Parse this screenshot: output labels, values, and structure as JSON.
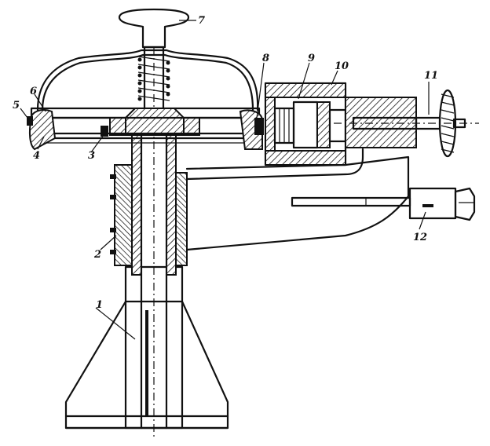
{
  "figure": {
    "parts": [
      {
        "id": "part-1",
        "label": "1"
      },
      {
        "id": "part-2",
        "label": "2"
      },
      {
        "id": "part-3",
        "label": "3"
      },
      {
        "id": "part-4",
        "label": "4"
      },
      {
        "id": "part-5",
        "label": "5"
      },
      {
        "id": "part-6",
        "label": "6"
      },
      {
        "id": "part-7",
        "label": "7"
      },
      {
        "id": "part-8",
        "label": "8"
      },
      {
        "id": "part-9",
        "label": "9"
      },
      {
        "id": "part-10",
        "label": "10"
      },
      {
        "id": "part-11",
        "label": "11"
      },
      {
        "id": "part-12",
        "label": "12"
      }
    ]
  }
}
